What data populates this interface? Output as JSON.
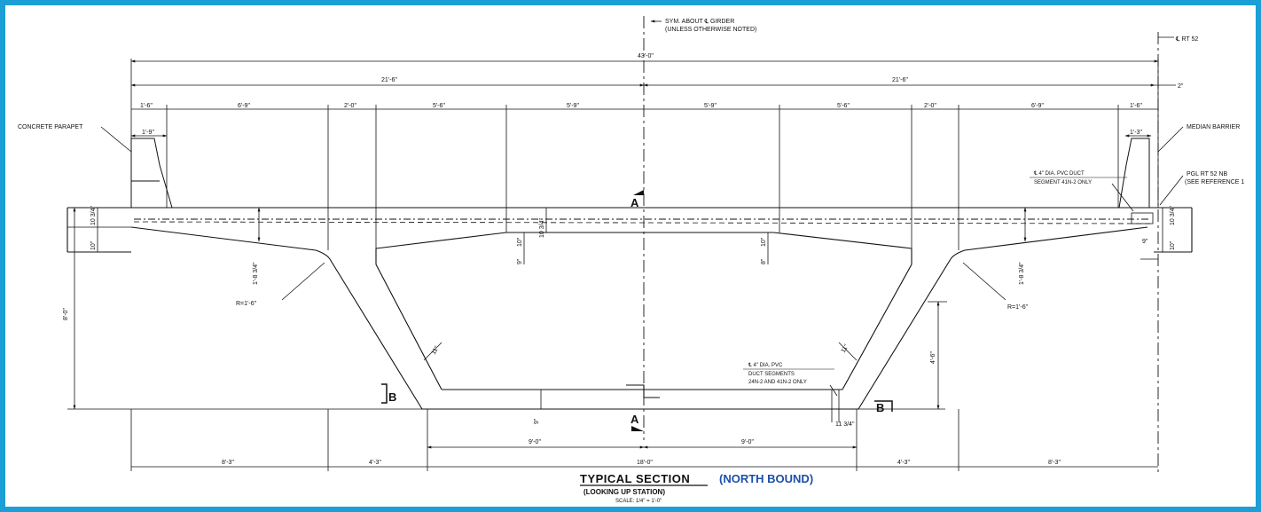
{
  "notes": {
    "sym_line1": "SYM. ABOUT ℄ GIRDER",
    "sym_line2": "(UNLESS OTHERWISE NOTED)",
    "rt52": "℄ RT 52",
    "concrete_parapet": "CONCRETE PARAPET",
    "median_barrier": "MEDIAN BARRIER",
    "pgl_line1": "PGL RT 52 NB",
    "pgl_line2": "(SEE REFERENCE 1",
    "duct_top_line1": "℄ 4\" DIA. PVC DUCT",
    "duct_top_line2": "SEGMENT 41N-2 ONLY",
    "duct_bot_line1": "℄ 4\" DIA. PVC",
    "duct_bot_line2": "DUCT SEGMENTS",
    "duct_bot_line3": "24N-2 AND 41N-2 ONLY",
    "radius_left": "R=1'-6\"",
    "radius_right": "R=1'-6\""
  },
  "section_marks": {
    "a": "A",
    "b": "B"
  },
  "dims": {
    "total": "43'-0\"",
    "half_left": "21'-6\"",
    "half_right": "21'-6\"",
    "two_inch": "2\"",
    "top_l1": "1'-6\"",
    "top_l2": "6'-9\"",
    "top_l3": "2'-0\"",
    "top_l4": "5'-6\"",
    "top_l5": "5'-9\"",
    "top_r5": "5'-9\"",
    "top_r4": "5'-6\"",
    "top_r3": "2'-0\"",
    "top_r2": "6'-9\"",
    "top_r1": "1'-6\"",
    "parapet_left": "1'-9\"",
    "parapet_right": "1'-3\"",
    "depth": "8'-0\"",
    "slab_left_a": "10 3/4\"",
    "slab_left_b": "10\"",
    "slab_right_a": "10 3/4\"",
    "slab_right_b": "10\"",
    "nine_right": "9\"",
    "haunch_left": "1'-8 3/4\"",
    "haunch_right": "1'-8 3/4\"",
    "inner_left_a": "10\"",
    "inner_left_b": "9\"",
    "inner_center": "10 3/4\"",
    "inner_right_a": "10\"",
    "inner_right_b": "8\"",
    "web_left": "11\"",
    "web_right": "11\"",
    "bottom_slab": "9\"",
    "web_height": "4'-6\"",
    "duct_width": "11 3/4\"",
    "bot_half_left": "9'-0\"",
    "bot_half_right": "9'-0\"",
    "bot_l1": "8'-3\"",
    "bot_l2": "4'-3\"",
    "bot_c": "18'-0\"",
    "bot_r2": "4'-3\"",
    "bot_r1": "8'-3\""
  },
  "title": {
    "main": "TYPICAL SECTION",
    "direction": "(NORTH BOUND)",
    "sub": "(LOOKING UP STATION)",
    "scale": "SCALE: 1/4\" = 1'-0\""
  },
  "colors": {
    "frame": "#1c9fd6",
    "accent": "#1c4fa8",
    "ink": "#111111"
  }
}
